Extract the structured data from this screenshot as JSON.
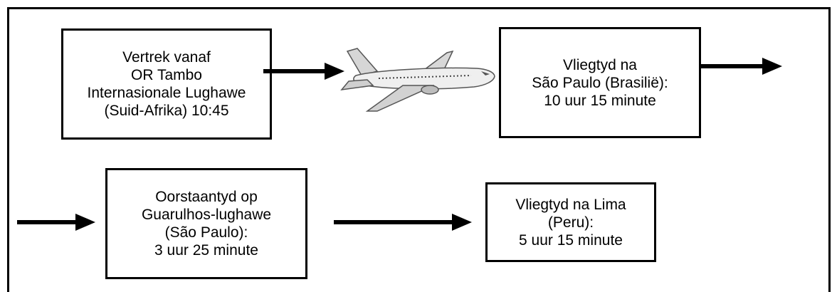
{
  "boxes": {
    "departure": {
      "lines": [
        "Vertrek vanaf",
        "OR Tambo",
        "Internasionale Lughawe",
        "(Suid-Afrika) 10:45"
      ]
    },
    "flight_sao_paulo": {
      "lines": [
        "Vliegtyd na",
        "São Paulo (Brasilië):",
        "10 uur 15 minute"
      ]
    },
    "layover": {
      "lines": [
        "Oorstaantyd op",
        "Guarulhos-lughawe",
        "(São Paulo):",
        "3 uur 25 minute"
      ]
    },
    "flight_lima": {
      "lines": [
        "Vliegtyd na Lima",
        "(Peru):",
        "5 uur 15 minute"
      ]
    }
  },
  "icons": {
    "plane": "airplane-icon",
    "arrow": "right-arrow-icon"
  }
}
